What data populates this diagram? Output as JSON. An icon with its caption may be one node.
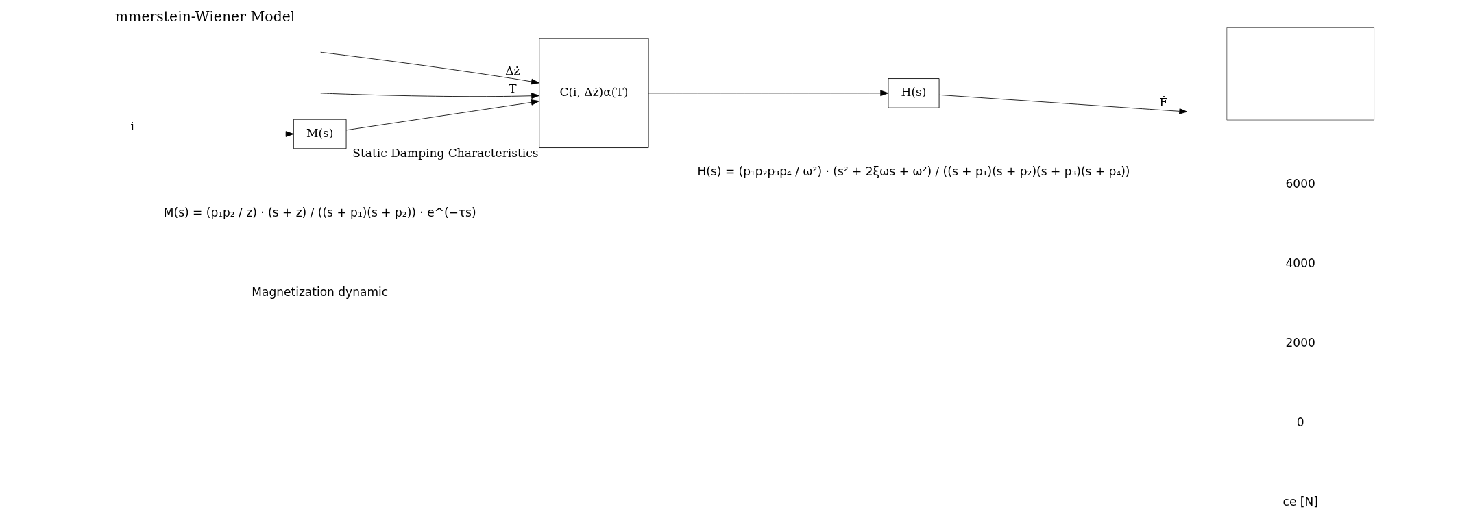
{
  "diagram": {
    "title": "mmerstein-Wiener Model",
    "nodes": [
      {
        "text": [
          "M(s)"
        ]
      },
      {
        "text": [
          "C(i, Δż)α(T)"
        ],
        "beside": [
          "Static Damping Characteristics"
        ]
      },
      {
        "text": [
          "H(s)"
        ]
      },
      {
        "text": [],
        "shape": "box"
      }
    ],
    "edges": [
      {
        "from": null,
        "to": 0,
        "arrow": "to",
        "label": "i"
      },
      {
        "from": 0,
        "to": 1,
        "arrow": "to"
      },
      {
        "from": null,
        "to": 1,
        "arrow": "to",
        "label": "Δż"
      },
      {
        "from": null,
        "to": 1,
        "arrow": "to",
        "label": "T"
      },
      {
        "from": 1,
        "to": 2,
        "arrow": "to"
      },
      {
        "from": 2,
        "to": null,
        "arrow": "to",
        "label": "F̂"
      }
    ],
    "labels": [
      "H(s) = (p₁p₂p₃p₄ / ω²) · (s² + 2ξωs + ω²) / ((s + p₁)(s + p₂)(s + p₃)(s + p₄))",
      "M(s) = (p₁p₂ / z) · (s + z) / ((s + p₁)(s + p₂)) · e^(−τs)",
      "Magnetization dynamic",
      "6000",
      "4000",
      "2000",
      "0",
      "ce [N]"
    ]
  }
}
